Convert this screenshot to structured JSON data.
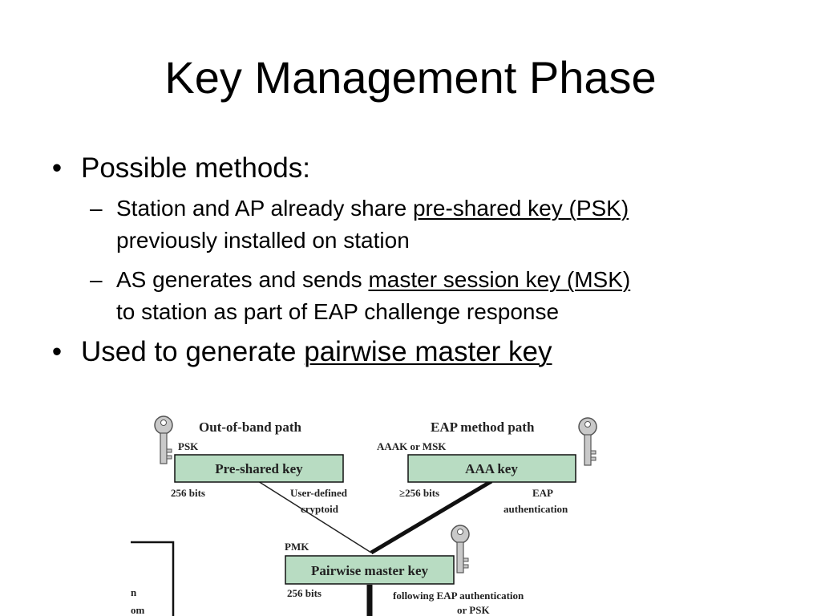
{
  "slide": {
    "title": "Key Management Phase",
    "bullets": [
      {
        "text": "Possible methods:",
        "sub": [
          {
            "before": "Station and AP already share ",
            "underline": "pre-shared key (PSK)",
            "after": "previously installed on station"
          },
          {
            "before": "AS generates and sends ",
            "underline": "master session key (MSK)",
            "after": "to station as part of EAP challenge response"
          }
        ]
      },
      {
        "before": "Used to generate ",
        "underline": "pairwise master key"
      }
    ],
    "bullet_glyph": "•",
    "dash_glyph": "–"
  },
  "figure": {
    "out_of_band_path": "Out-of-band path",
    "eap_method_path": "EAP method path",
    "psk_label": "PSK",
    "aaak_label": "AAAK or MSK",
    "preshared_box": "Pre-shared key",
    "aaa_box": "AAA key",
    "bits_256_left": "256 bits",
    "user_defined_1": "User-defined",
    "user_defined_2": "cryptoid",
    "bits_ge256": "≥256 bits",
    "eap_1": "EAP",
    "eap_2": "authentication",
    "pmk_label": "PMK",
    "pairwise_box": "Pairwise master key",
    "bits_256_bottom": "256 bits",
    "following_1": "following EAP authentication",
    "following_2": "or PSK",
    "cut_1": "n",
    "cut_2": "om",
    "box_fill": "#b8dcc2",
    "icon": "key-icon"
  }
}
